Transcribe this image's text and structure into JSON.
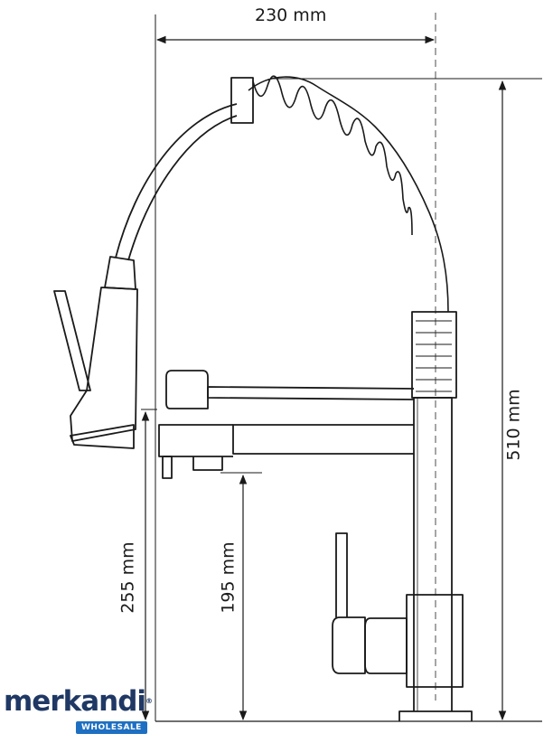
{
  "dimensions": {
    "width": "230 mm",
    "height": "510 mm",
    "spout_height": "255 mm",
    "aerator_height": "195 mm"
  },
  "brand": {
    "name": "merkandi",
    "registered": "®",
    "tagline": "WHOLESALE"
  },
  "colors": {
    "line": "#1a1a1a",
    "dashed_axis": "#6a6a6a",
    "brand_text": "#1f3864",
    "brand_badge": "#1e6fc1"
  }
}
